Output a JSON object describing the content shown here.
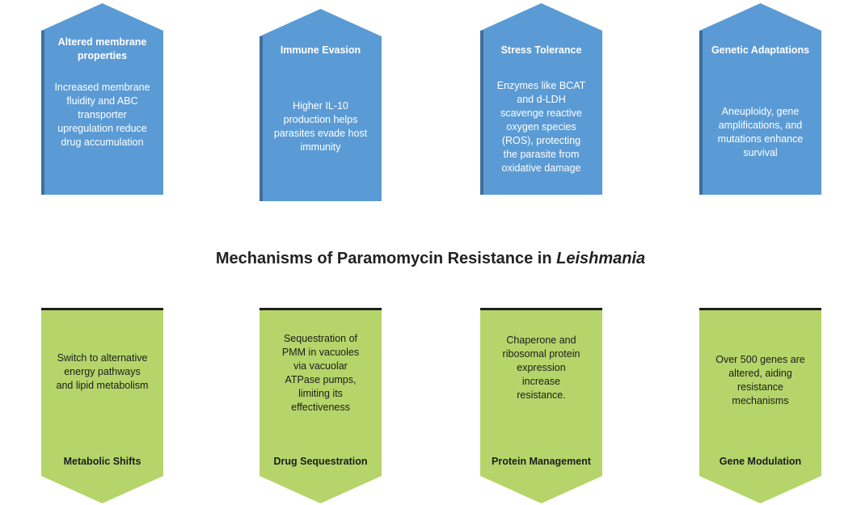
{
  "title": {
    "main": "Mechanisms of Paramomycin Resistance in",
    "italic": "Leishmania"
  },
  "colors": {
    "blue": "#5b9bd5",
    "blue_shade": "#3f6f9c",
    "green": "#b5d56a",
    "green_edge": "#1e1e1e"
  },
  "top_cards": [
    {
      "title": "Altered membrane properties",
      "text": "Increased membrane fluidity and ABC transporter upregulation reduce drug accumulation"
    },
    {
      "title": "Immune Evasion",
      "text": "Higher IL-10 production helps parasites evade host immunity"
    },
    {
      "title": "Stress Tolerance",
      "text": "Enzymes like BCAT and d-LDH scavenge reactive oxygen species (ROS), protecting the parasite from oxidative damage"
    },
    {
      "title": "Genetic Adaptations",
      "text": "Aneuploidy, gene amplifications, and mutations enhance survival"
    }
  ],
  "bottom_cards": [
    {
      "title": "Metabolic Shifts",
      "text": "Switch to alternative energy pathways and lipid metabolism"
    },
    {
      "title": "Drug Sequestration",
      "text": "Sequestration of PMM in vacuoles via  vacuolar ATPase pumps, limiting its effectiveness"
    },
    {
      "title": "Protein Management",
      "text": "Chaperone and ribosomal protein expression increase resistance."
    },
    {
      "title": "Gene Modulation",
      "text": "Over 500 genes are altered, aiding resistance mechanisms"
    }
  ]
}
